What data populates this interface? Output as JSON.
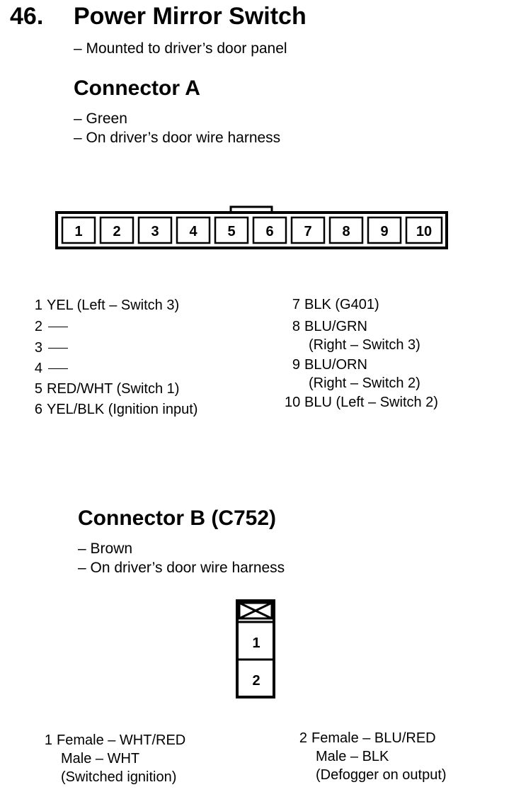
{
  "header": {
    "number": "46.",
    "title": "Power Mirror Switch",
    "subtitle": "– Mounted to driver’s door panel"
  },
  "connector_a": {
    "title": "Connector A",
    "notes": [
      "– Green",
      "– On driver’s door wire harness"
    ],
    "cavity_labels": [
      "1",
      "2",
      "3",
      "4",
      "5",
      "6",
      "7",
      "8",
      "9",
      "10"
    ],
    "pins": [
      {
        "num": "1",
        "text": "YEL (Left – Switch 3)",
        "cont": ""
      },
      {
        "num": "2",
        "text": "",
        "cont": ""
      },
      {
        "num": "3",
        "text": "",
        "cont": ""
      },
      {
        "num": "4",
        "text": "",
        "cont": ""
      },
      {
        "num": "5",
        "text": "RED/WHT (Switch 1)",
        "cont": ""
      },
      {
        "num": "6",
        "text": "YEL/BLK (Ignition input)",
        "cont": ""
      },
      {
        "num": "7",
        "text": "BLK (G401)",
        "cont": ""
      },
      {
        "num": "8",
        "text": "BLU/GRN",
        "cont": "(Right – Switch 3)"
      },
      {
        "num": "9",
        "text": "BLU/ORN",
        "cont": "(Right – Switch 2)"
      },
      {
        "num": "10",
        "text": "BLU (Left – Switch 2)",
        "cont": ""
      }
    ]
  },
  "connector_b": {
    "title": "Connector B (C752)",
    "notes": [
      "– Brown",
      "– On driver’s door wire harness"
    ],
    "cavity_labels": [
      "1",
      "2"
    ],
    "pins": [
      {
        "num": "1",
        "line1": "Female – WHT/RED",
        "line2": "Male – WHT",
        "line3": "(Switched ignition)"
      },
      {
        "num": "2",
        "line1": "Female – BLU/RED",
        "line2": "Male – BLK",
        "line3": "(Defogger on output)"
      }
    ]
  }
}
